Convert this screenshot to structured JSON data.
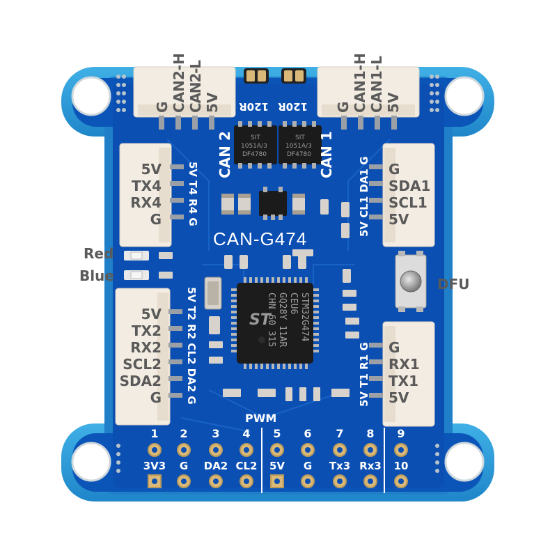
{
  "board": {
    "name": "CAN-G474",
    "can2_label": "CAN 2",
    "can1_label": "CAN 1",
    "pwm_label": "PWM",
    "resistor_left": "120R",
    "resistor_right": "120R"
  },
  "outside_labels": {
    "red": "Red",
    "blue": "Blue",
    "dfu": "DFU"
  },
  "connectors": {
    "can2": [
      "G",
      "CAN2-H",
      "CAN2-L",
      "5V"
    ],
    "can1": [
      "G",
      "CAN1-H",
      "CAN1-L",
      "5V"
    ],
    "uart4": [
      "5V",
      "TX4",
      "RX4",
      "G"
    ],
    "uart4_silk": "5V T4 R4 G",
    "i2c1": [
      "G",
      "SDA1",
      "SCL1",
      "5V"
    ],
    "i2c1_silk": "5V CL1 DA1 G",
    "port2": [
      "5V",
      "TX2",
      "RX2",
      "SCL2",
      "SDA2",
      "G"
    ],
    "port2_silk": "5V T2 R2 CL2 DA2 G",
    "uart1": [
      "G",
      "RX1",
      "TX1",
      "5V"
    ],
    "uart1_silk": "5V T1 R1 G"
  },
  "pwm": {
    "numbers": [
      "1",
      "2",
      "3",
      "4",
      "5",
      "6",
      "7",
      "8",
      "9"
    ],
    "labels": [
      "3V3",
      "G",
      "DA2",
      "CL2",
      "5V",
      "G",
      "Tx3",
      "Rx3",
      "10"
    ]
  },
  "chip": {
    "lines": [
      "STM32G474",
      "CEU6",
      "GQ28Y 11AR",
      "CHN 60 315"
    ]
  },
  "small_chips": {
    "left": [
      "SIT",
      "1051A/3",
      "DF4780"
    ],
    "right": [
      "SIT",
      "1051A/3",
      "DF4780"
    ]
  },
  "colors": {
    "pcb": "#0b4fb3",
    "pcb_edge": "#2a9bd8",
    "silkscreen": "#ffffff",
    "connector": "#f3ece2",
    "pad": "#d9b878"
  }
}
